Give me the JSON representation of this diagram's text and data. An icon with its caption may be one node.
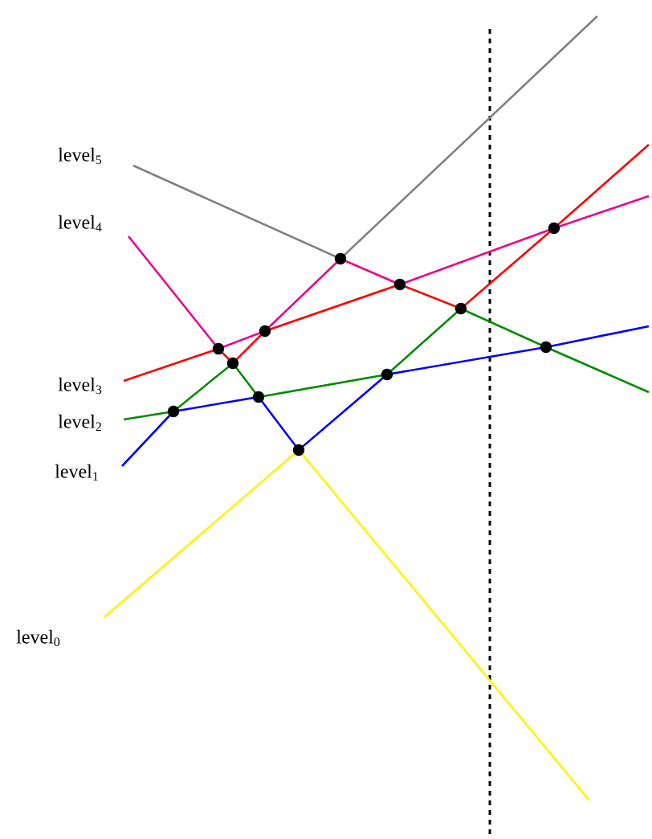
{
  "diagram": {
    "labels": [
      "level$_{5}$",
      "level$_{4}$",
      "level$_{3}$",
      "level$_{2}$",
      "level$_{1}$",
      "level$_{0}$"
    ]
  }
}
